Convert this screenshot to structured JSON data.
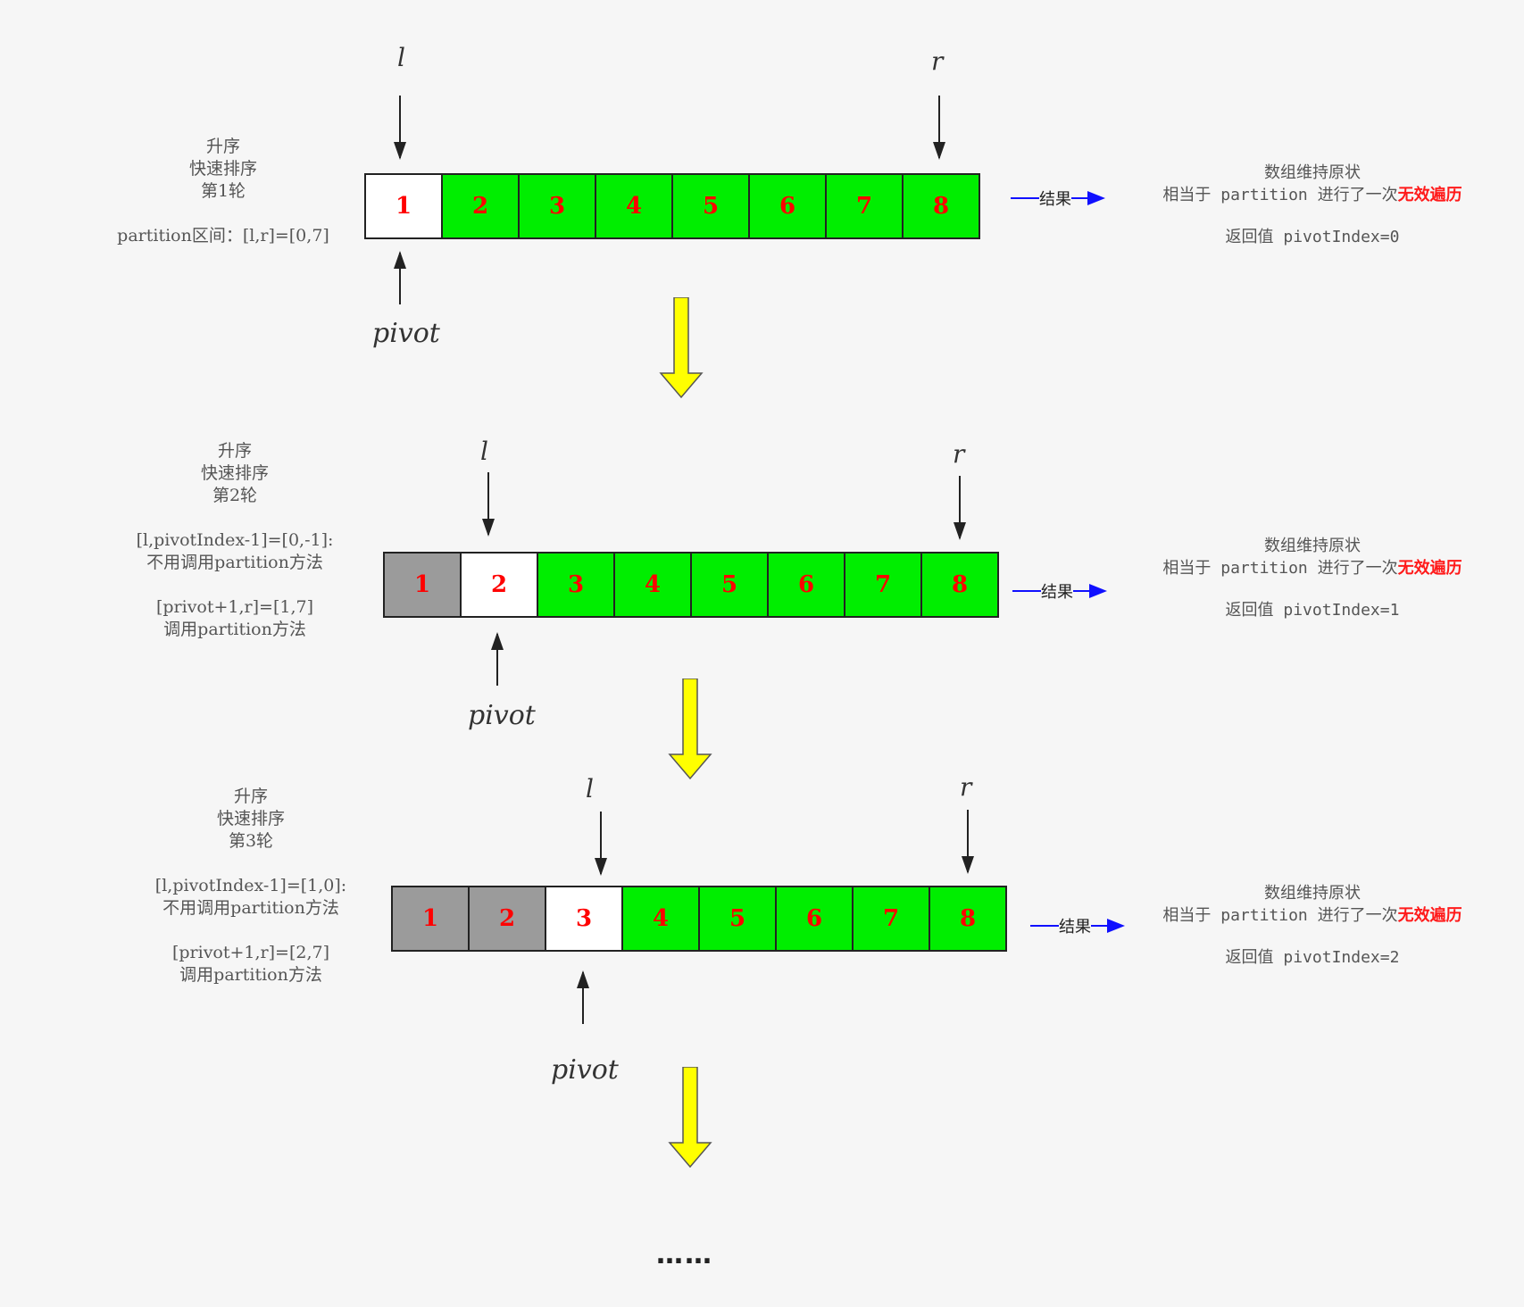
{
  "colors": {
    "green": "#00ee00",
    "white": "#ffffff",
    "gray": "#9b9b9b",
    "digit": "#ff0000",
    "result_arrow": "#1010ff",
    "flow_arrow": "#ffff00",
    "warn": "#ff1a1a"
  },
  "rounds": [
    {
      "left": {
        "line1": "升序",
        "line2": "快速排序",
        "line3": "第1轮",
        "info1": "partition区间：[l,r]=[0,7]",
        "info2": "",
        "info3": "",
        "info4": ""
      },
      "cells": [
        {
          "value": "1",
          "state": "white"
        },
        {
          "value": "2",
          "state": "green"
        },
        {
          "value": "3",
          "state": "green"
        },
        {
          "value": "4",
          "state": "green"
        },
        {
          "value": "5",
          "state": "green"
        },
        {
          "value": "6",
          "state": "green"
        },
        {
          "value": "7",
          "state": "green"
        },
        {
          "value": "8",
          "state": "green"
        }
      ],
      "l_label": "l",
      "r_label": "r",
      "pivot_label": "pivot",
      "result_label": "结果",
      "right": {
        "line1": "数组维持原状",
        "line2_prefix": "相当于 partition 进行了一次",
        "line2_warn": "无效遍历",
        "line3": "返回值 pivotIndex=0"
      }
    },
    {
      "left": {
        "line1": "升序",
        "line2": "快速排序",
        "line3": "第2轮",
        "info1": "[l,pivotIndex-1]=[0,-1]:",
        "info2": "不用调用partition方法",
        "info3": "[privot+1,r]=[1,7]",
        "info4": "调用partition方法"
      },
      "cells": [
        {
          "value": "1",
          "state": "gray"
        },
        {
          "value": "2",
          "state": "white"
        },
        {
          "value": "3",
          "state": "green"
        },
        {
          "value": "4",
          "state": "green"
        },
        {
          "value": "5",
          "state": "green"
        },
        {
          "value": "6",
          "state": "green"
        },
        {
          "value": "7",
          "state": "green"
        },
        {
          "value": "8",
          "state": "green"
        }
      ],
      "l_label": "l",
      "r_label": "r",
      "pivot_label": "pivot",
      "result_label": "结果",
      "right": {
        "line1": "数组维持原状",
        "line2_prefix": "相当于 partition 进行了一次",
        "line2_warn": "无效遍历",
        "line3": "返回值 pivotIndex=1"
      }
    },
    {
      "left": {
        "line1": "升序",
        "line2": "快速排序",
        "line3": "第3轮",
        "info1": "[l,pivotIndex-1]=[1,0]:",
        "info2": "不用调用partition方法",
        "info3": "[privot+1,r]=[2,7]",
        "info4": "调用partition方法"
      },
      "cells": [
        {
          "value": "1",
          "state": "gray"
        },
        {
          "value": "2",
          "state": "gray"
        },
        {
          "value": "3",
          "state": "white"
        },
        {
          "value": "4",
          "state": "green"
        },
        {
          "value": "5",
          "state": "green"
        },
        {
          "value": "6",
          "state": "green"
        },
        {
          "value": "7",
          "state": "green"
        },
        {
          "value": "8",
          "state": "green"
        }
      ],
      "l_label": "l",
      "r_label": "r",
      "pivot_label": "pivot",
      "result_label": "结果",
      "right": {
        "line1": "数组维持原状",
        "line2_prefix": "相当于 partition 进行了一次",
        "line2_warn": "无效遍历",
        "line3": "返回值 pivotIndex=2"
      }
    }
  ],
  "ellipsis": "……"
}
